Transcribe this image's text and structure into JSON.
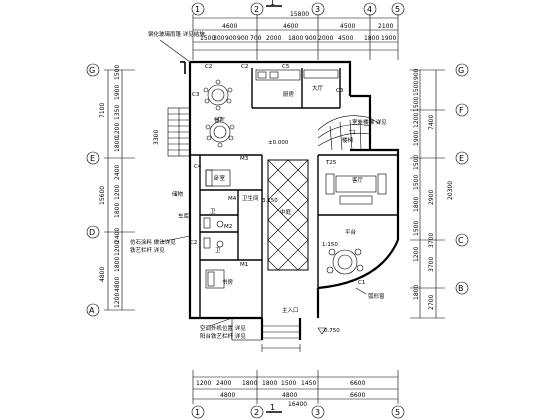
{
  "grid_axes": {
    "columns": [
      "1",
      "2",
      "3",
      "4",
      "5"
    ],
    "rows": [
      "G",
      "F",
      "E",
      "D",
      "C",
      "B",
      "A"
    ],
    "section_marker": "1"
  },
  "dimensions_top": {
    "segments_upper": [
      "4600",
      "4600",
      "4500",
      "2100"
    ],
    "total": "15800",
    "segments_lower": [
      "1500",
      "300",
      "900",
      "900",
      "700",
      "2000",
      "1800",
      "900",
      "2000",
      "4500",
      "1800",
      "1900"
    ]
  },
  "dimensions_bottom": {
    "segments_upper": [
      "1200",
      "2400",
      "1800",
      "1800",
      "1500",
      "1450",
      "6600"
    ],
    "segments_lower": [
      "4800",
      "4800",
      "6600"
    ],
    "total": "16400"
  },
  "dimensions_left": {
    "inner": [
      "1500",
      "1900",
      "1350",
      "1200",
      "1800",
      "2400",
      "1200",
      "1800",
      "2400",
      "1200",
      "1800",
      "4800",
      "1200"
    ],
    "outer": [
      "7100",
      "15600",
      "3300",
      "4800"
    ]
  },
  "dimensions_right": {
    "inner": [
      "900",
      "1500",
      "1500",
      "1200",
      "1900",
      "1500",
      "1500",
      "1800",
      "1500",
      "1200",
      "1800"
    ],
    "outer": [
      "7400",
      "20300",
      "2900",
      "3700",
      "3700",
      "2700"
    ]
  },
  "levels": {
    "floor": "±0.000",
    "outdoor": "-0.750"
  },
  "rooms": {
    "kitchen": "厨房",
    "lobby_hall": "大厅",
    "dining": "餐厅",
    "living": "客厅",
    "bedroom": "卧室",
    "toilet": "卫生间",
    "study": "书房",
    "main_entry": "主入口",
    "storage": "储物",
    "garage": "车库",
    "light_well": "中庭",
    "bath1": "卫",
    "bath2": "卫",
    "stair_label": "楼梯",
    "landing": "平台"
  },
  "tags": {
    "c2": "C2",
    "c3": "C3",
    "c5": "C5",
    "c4": "C4",
    "c1": "C1",
    "m3": "M3",
    "m4": "M4",
    "m1": "M1",
    "m2": "M2",
    "t2": "T2",
    "t25": "T25",
    "step1": "1:150",
    "step2": "3.150"
  },
  "annotations": {
    "top_left": "钢化玻璃雨篷 详见结施",
    "right_top": "室外楼梯 详见",
    "left_mid": "仿石涂料 做法详见",
    "left_low": "铁艺栏杆 详见",
    "bottom_left": "空调外机位置 详见",
    "bottom_left2": "阳台铁艺栏杆 详见",
    "right_low": "弧形窗"
  }
}
